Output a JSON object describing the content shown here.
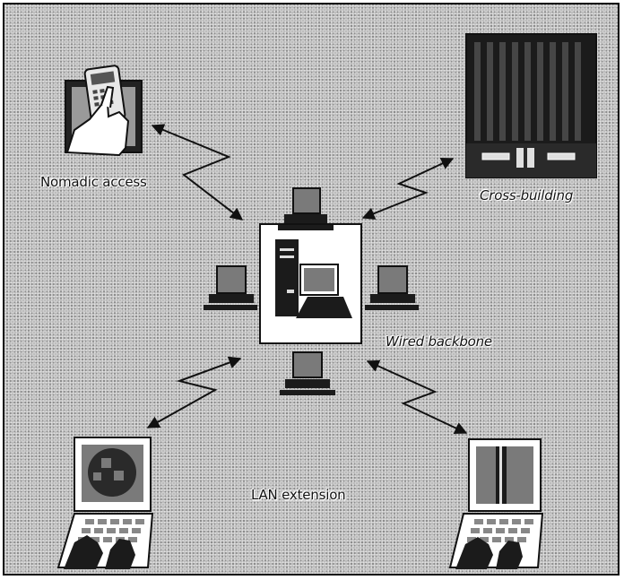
{
  "diagram": {
    "labels": {
      "nomadic": "Nomadic access",
      "cross_building": "Cross-building",
      "wired_backbone": "Wired backbone",
      "lan_extension": "LAN extension"
    },
    "icons": {
      "nomadic": "handheld-device-icon",
      "building": "office-building-icon",
      "server": "server-workstation-icon",
      "workstation": "desktop-computer-icon",
      "laptop": "laptop-computer-icon",
      "link": "wireless-link-arrow"
    },
    "colors": {
      "ink": "#111111",
      "panel": "#ffffff",
      "screen": "#7a7a7a",
      "building": "#1b1b1b"
    }
  }
}
